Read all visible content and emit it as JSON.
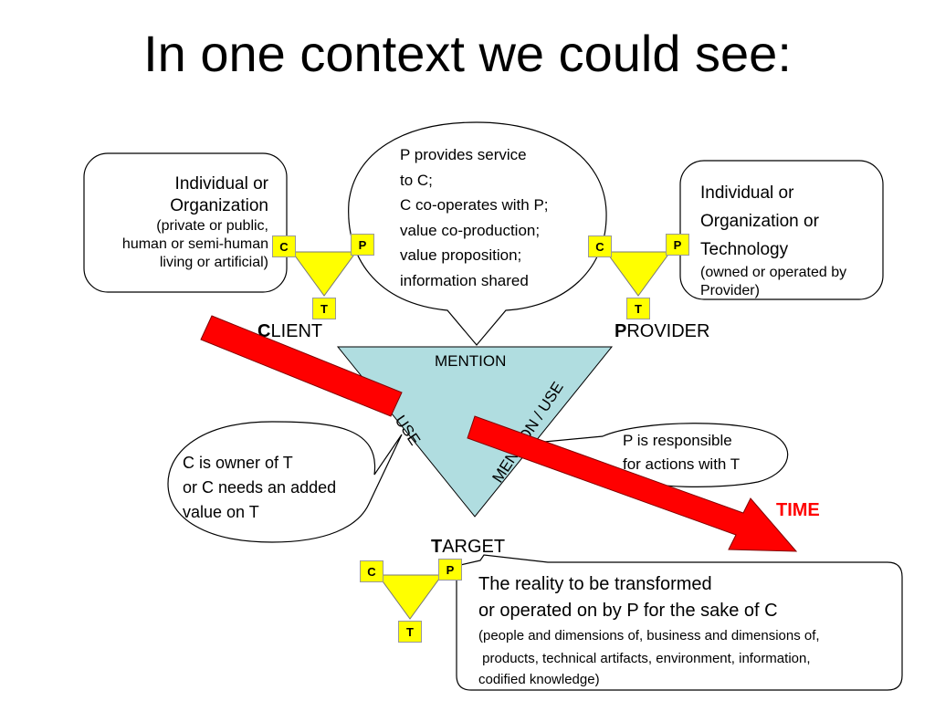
{
  "title": "In one context we could see:",
  "client": {
    "line1": "Individual or",
    "line2": "Organization",
    "detail1": "(private or public,",
    "detail2": "human or semi-human",
    "detail3": "living or artificial)",
    "label_initial": "C",
    "label_rest": "LIENT"
  },
  "provider": {
    "line1": "Individual or",
    "line2": "Organization or",
    "line3": "Technology",
    "detail1": "(owned or operated by",
    "detail2": "Provider)",
    "label_initial": "P",
    "label_rest": "ROVIDER"
  },
  "service_bubble": {
    "line1": "P provides service",
    "line2": "to C;",
    "line3": "C co-operates with P;",
    "line4": "value co-production;",
    "line5": "value proposition;",
    "line6": "information shared"
  },
  "owner_bubble": {
    "line1": "C is owner of T",
    "line2": "or C needs an added",
    "line3": "value on T"
  },
  "responsible_bubble": {
    "line1": "P is responsible",
    "line2": "for actions with T"
  },
  "target": {
    "label_initial": "T",
    "label_rest": "ARGET",
    "line1": "The reality to be transformed",
    "line2": "or operated on by P for the sake of C",
    "detail1": "(people and dimensions of, business and dimensions of,",
    "detail2": " products, technical artifacts, environment, information,",
    "detail3": "codified knowledge)"
  },
  "triangle": {
    "top": "MENTION",
    "left": "USE",
    "right": "MENTION / USE"
  },
  "mini": {
    "c": "C",
    "p": "P",
    "t": "T"
  },
  "time_label": "TIME",
  "colors": {
    "arrow": "#ff0000",
    "triangle": "#b0dde0",
    "mini": "#ffff00",
    "time": "#ff0000"
  }
}
